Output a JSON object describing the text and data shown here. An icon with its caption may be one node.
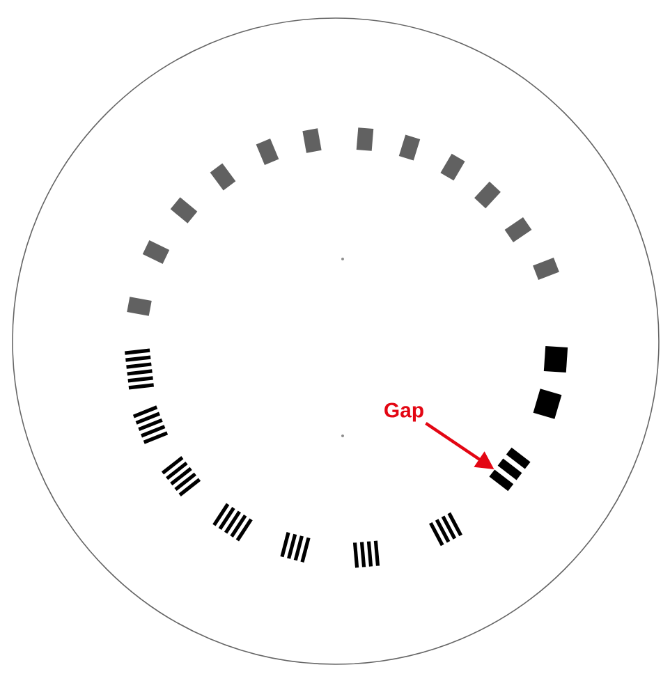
{
  "diagram": {
    "nodes": [
      {
        "text": [
          "Gap"
        ]
      },
      {
        "text": [],
        "shape": "bar"
      }
    ],
    "edges": [
      {
        "from": 0,
        "to": 1,
        "arrow": "to",
        "color": "#e30613"
      }
    ]
  }
}
